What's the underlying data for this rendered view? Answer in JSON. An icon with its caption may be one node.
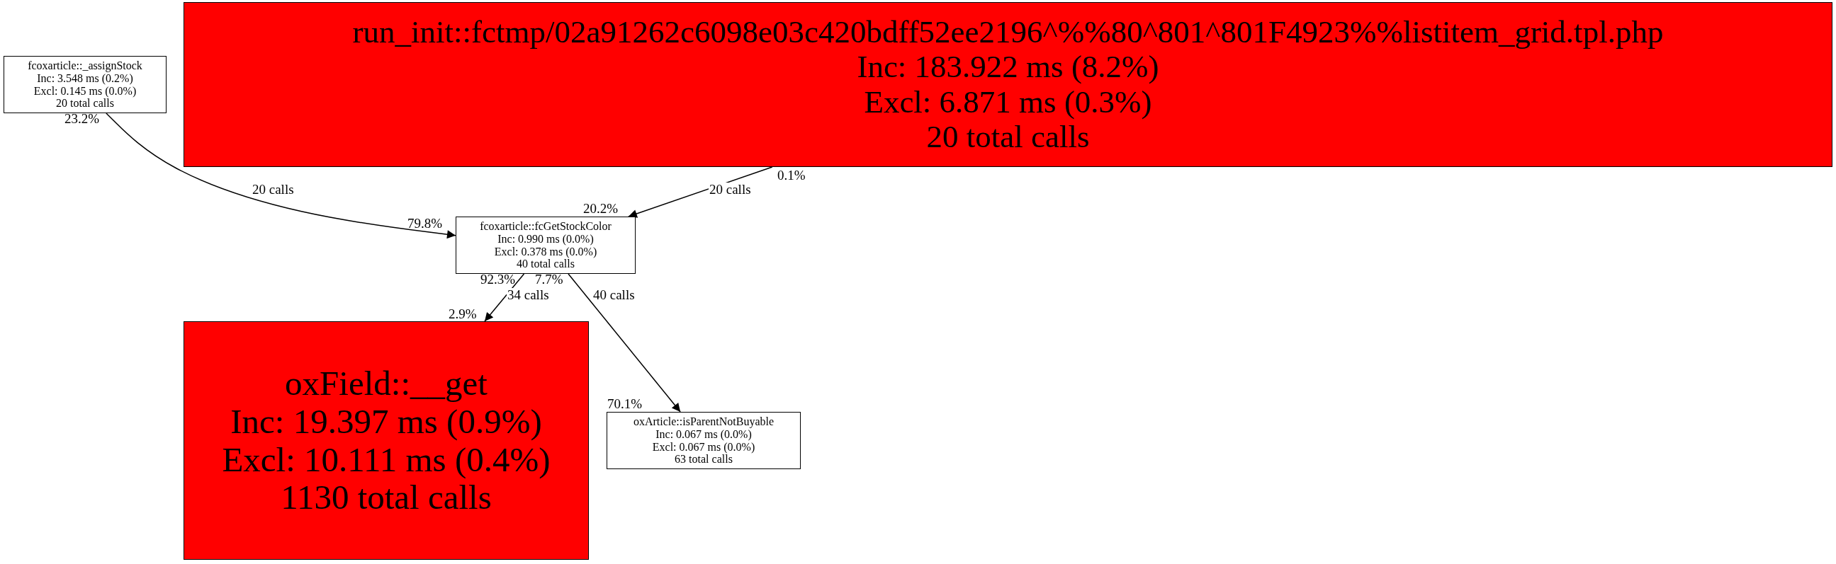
{
  "diagram": {
    "nodes": [
      {
        "text": [
          "fcoxarticle::_assignStock",
          "Inc: 3.548 ms (0.2%)",
          "Excl: 0.145 ms (0.0%)",
          "20 total calls"
        ]
      },
      {
        "text": [
          "run_init::fctmp/02a91262c6098e03c420bdff52ee2196^%%80^801^801F4923%%listitem_grid.tpl.php",
          "Inc: 183.922 ms (8.2%)",
          "Excl: 6.871 ms (0.3%)",
          "20 total calls"
        ]
      },
      {
        "text": [
          "fcoxarticle::fcGetStockColor",
          "Inc: 0.990 ms (0.0%)",
          "Excl: 0.378 ms (0.0%)",
          "40 total calls"
        ]
      },
      {
        "text": [
          "oxField::__get",
          "Inc: 19.397 ms (0.9%)",
          "Excl: 10.111 ms (0.4%)",
          "1130 total calls"
        ]
      },
      {
        "text": [
          "oxArticle::isParentNotBuyable",
          "Inc: 0.067 ms (0.0%)",
          "Excl: 0.067 ms (0.0%)",
          "63 total calls"
        ]
      }
    ],
    "edges": [
      {
        "from": 0,
        "to": 2,
        "arrow": "to",
        "label": "20 calls"
      },
      {
        "from": 1,
        "to": 2,
        "arrow": "to",
        "label": "20 calls"
      },
      {
        "from": 2,
        "to": 3,
        "arrow": "to",
        "label": "34 calls"
      },
      {
        "from": 2,
        "to": 4,
        "arrow": "to",
        "label": "40 calls"
      }
    ],
    "labels": [
      "23.2%",
      "0.1%",
      "20.2%",
      "79.8%",
      "92.3%",
      "7.7%",
      "2.9%",
      "70.1%"
    ]
  }
}
